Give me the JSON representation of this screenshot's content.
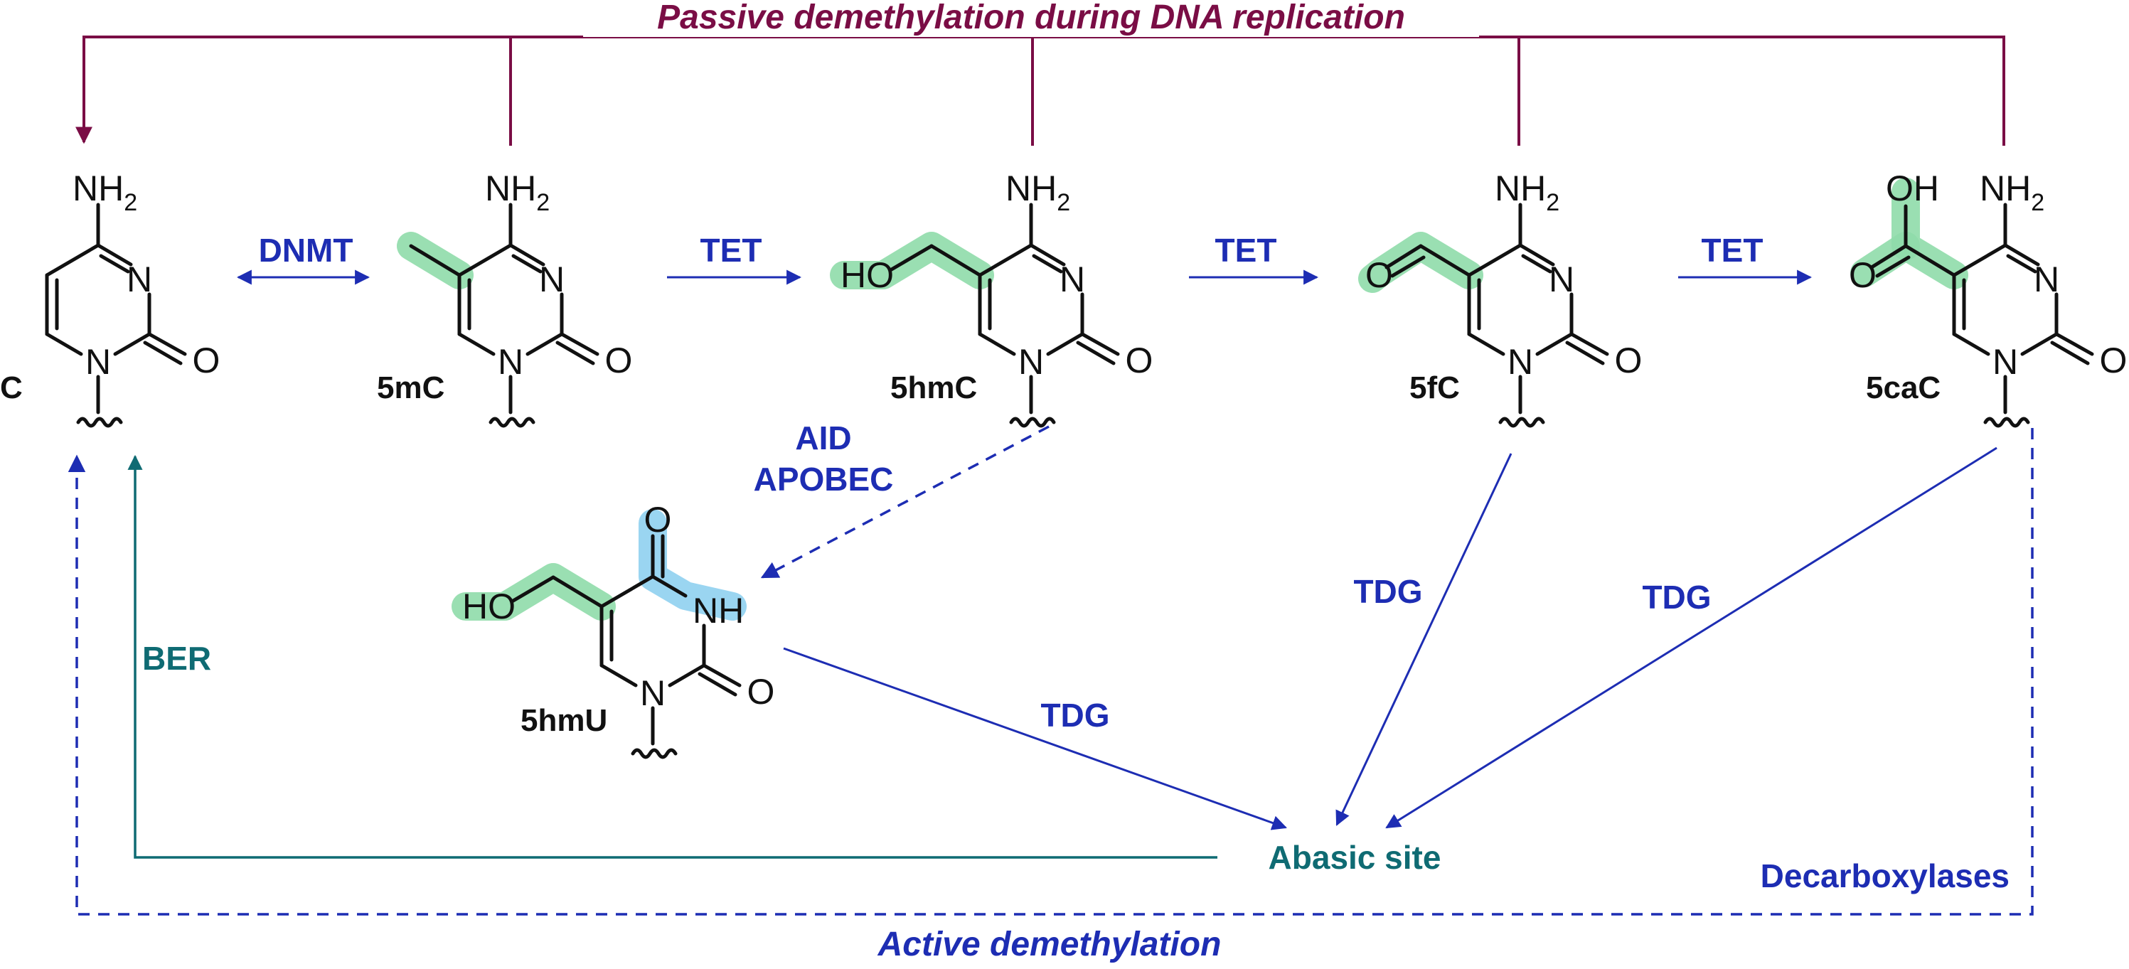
{
  "title_top": "Passive demethylation during DNA replication",
  "title_bottom": "Active demethylation",
  "compounds": {
    "c": "C",
    "m5c": "5mC",
    "hm5c": "5hmC",
    "f5c": "5fC",
    "ca5c": "5caC",
    "hm5u": "5hmU"
  },
  "atoms": {
    "nh2": "NH",
    "nh2_sub": "2",
    "n": "N",
    "o": "O",
    "ho": "HO",
    "oh": "OH",
    "nh": "NH"
  },
  "enzymes": {
    "dnmt": "DNMT",
    "tet1": "TET",
    "tet2": "TET",
    "tet3": "TET",
    "aid": "AID",
    "apobec": "APOBEC",
    "tdg_5hmu": "TDG",
    "tdg_5fc": "TDG",
    "tdg_5cac": "TDG",
    "ber": "BER",
    "decarboxylases": "Decarboxylases"
  },
  "abasic_site": "Abasic site",
  "colors": {
    "maroon": "#7a0d45",
    "blue": "#1d2db3",
    "teal": "#0f6b73",
    "green_highlight": "#8fdcaa",
    "blue_highlight": "#8fd0f0"
  }
}
